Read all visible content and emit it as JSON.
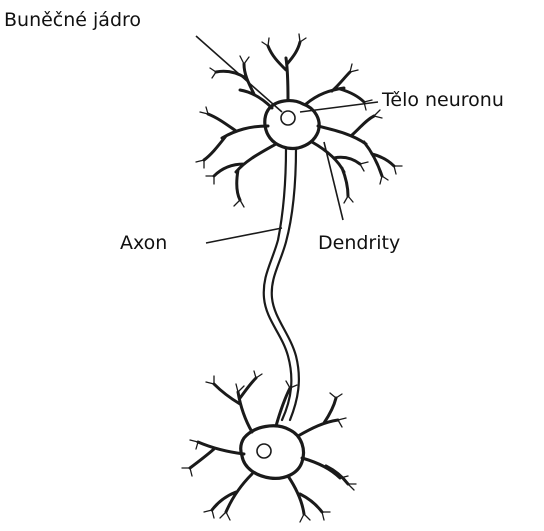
{
  "labels": {
    "nucleus": "Buněčné jádro",
    "cell_body": "Tělo neuronu",
    "axon": "Axon",
    "dendrites": "Dendrity"
  },
  "colors": {
    "ink": "#1a1a1a",
    "background": "#ffffff"
  }
}
